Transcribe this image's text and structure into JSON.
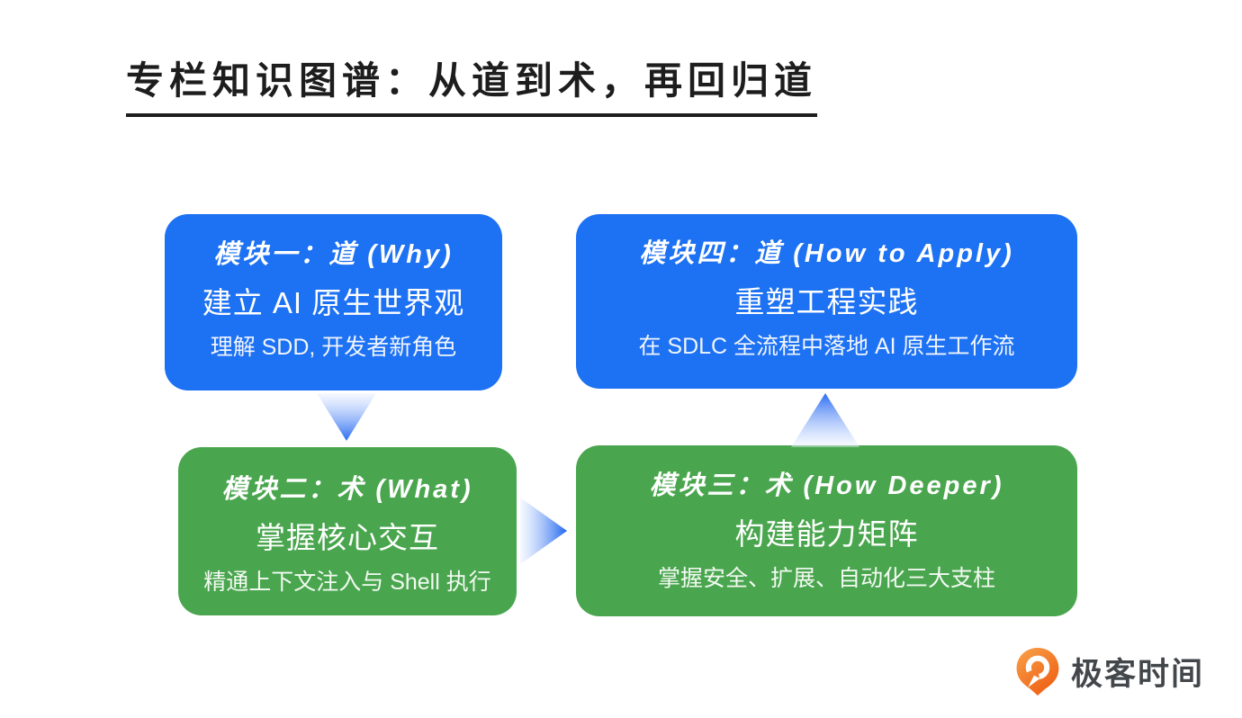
{
  "page": {
    "title": "专栏知识图谱：从道到术，再回归道"
  },
  "modules": {
    "m1": {
      "title": "模块一：道 (Why)",
      "subtitle": "建立 AI 原生世界观",
      "description": "理解 SDD, 开发者新角色",
      "color": "#1d71f3"
    },
    "m2": {
      "title": "模块二：术 (What)",
      "subtitle": "掌握核心交互",
      "description": "精通上下文注入与 Shell 执行",
      "color": "#4aa64e"
    },
    "m3": {
      "title": "模块三：术 (How Deeper)",
      "subtitle": "构建能力矩阵",
      "description": "掌握安全、扩展、自动化三大支柱",
      "color": "#4aa64e"
    },
    "m4": {
      "title": "模块四：道 (How to Apply)",
      "subtitle": "重塑工程实践",
      "description": "在 SDLC 全流程中落地 AI 原生工作流",
      "color": "#1d71f3"
    }
  },
  "arrows": [
    {
      "name": "arrow-down",
      "from": "module-1",
      "to": "module-2"
    },
    {
      "name": "arrow-right",
      "from": "module-2",
      "to": "module-3"
    },
    {
      "name": "arrow-up",
      "from": "module-3",
      "to": "module-4"
    }
  ],
  "branding": {
    "logo_text": "极客时间",
    "logo_orange": "#f4711c"
  },
  "colors": {
    "module_blue": "#1d71f3",
    "module_green": "#4aa64e",
    "arrow_blue": "#2a6cf2",
    "title_text": "#1d1d1d",
    "brand_text": "#43474b"
  }
}
